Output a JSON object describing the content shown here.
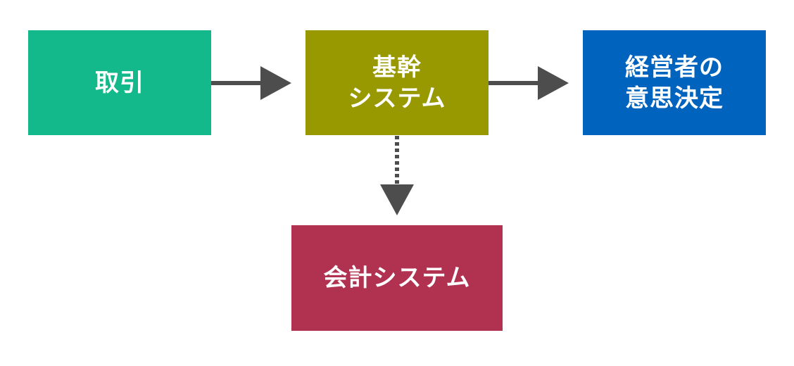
{
  "nodes": {
    "torihiki": {
      "label": "取引",
      "color": "#13b98a"
    },
    "kikan": {
      "line1": "基幹",
      "line2": "システム",
      "color": "#989800"
    },
    "keiei": {
      "line1": "経営者の",
      "line2": "意思決定",
      "color": "#0064be"
    },
    "kaikei": {
      "label": "会計システム",
      "color": "#b03150"
    }
  },
  "edges": [
    {
      "from": "取引",
      "to": "基幹システム",
      "style": "solid"
    },
    {
      "from": "基幹システム",
      "to": "経営者の意思決定",
      "style": "solid"
    },
    {
      "from": "基幹システム",
      "to": "会計システム",
      "style": "dotted"
    }
  ],
  "colors": {
    "arrow": "#4d4d4d",
    "text": "#ffffff",
    "background": "#ffffff"
  }
}
